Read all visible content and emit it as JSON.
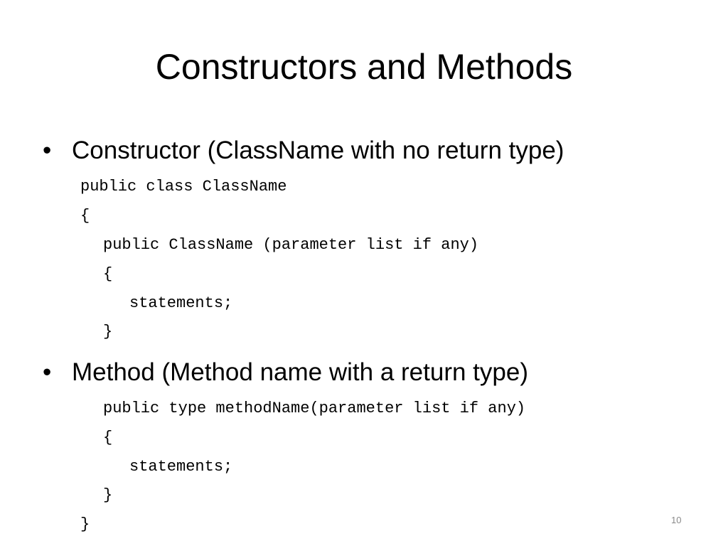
{
  "slide": {
    "title": "Constructors and Methods",
    "bullets": [
      {
        "marker": "•",
        "text": "Constructor (ClassName with no return type)"
      },
      {
        "marker": "•",
        "text": "Method (Method name with a return type)"
      }
    ],
    "code": {
      "constructor_lines": [
        "public class ClassName",
        "{",
        "public ClassName (parameter list if any)",
        "{",
        "statements;",
        "}"
      ],
      "method_lines": [
        "public type methodName(parameter list if any)",
        "{",
        "statements;",
        "}",
        "}"
      ]
    },
    "slide_number": "10"
  }
}
